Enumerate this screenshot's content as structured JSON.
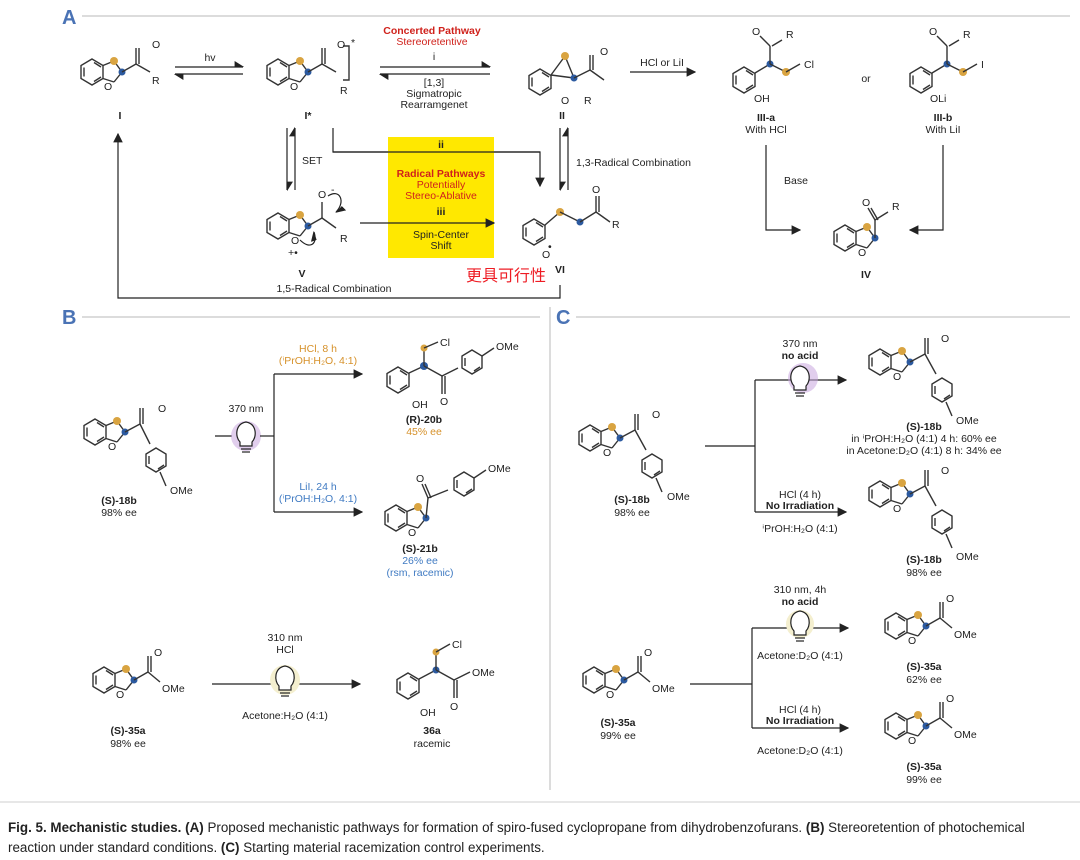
{
  "panels": {
    "a": "A",
    "b": "B",
    "c": "C"
  },
  "panel_a": {
    "hv": "hv",
    "concerted_title": "Concerted Pathway",
    "concerted_sub": "Stereoretentive",
    "step_i": "i",
    "sigmatropic_1": "[1,3]",
    "sigmatropic_2": "Sigmatropic",
    "sigmatropic_3": "Rearramgenet",
    "hcl_or_lil": "HCl or LiI",
    "or": "or",
    "set": "SET",
    "step_ii": "ii",
    "radical_title": "Radical Pathways",
    "radical_sub1": "Potentially",
    "radical_sub2": "Stereo-Ablative",
    "step_iii": "iii",
    "spin1": "Spin-Center",
    "spin2": "Shift",
    "radical13": "1,3-Radical Combination",
    "radical15": "1,5-Radical Combination",
    "base": "Base",
    "label_I": "I",
    "label_Istar": "I*",
    "label_II": "II",
    "label_IIIa": "III-a",
    "with_hcl": "With HCl",
    "label_IIIb": "III-b",
    "with_lil": "With LiI",
    "label_IV": "IV",
    "label_V": "V",
    "label_VI": "VI",
    "annotation": "更具可行性",
    "atoms": {
      "O": "O",
      "R": "R",
      "Cl": "Cl",
      "I": "I",
      "OH": "OH",
      "OLi": "OLi",
      "plus": "+•",
      "minus": "-"
    }
  },
  "panel_b": {
    "wavelength1": "370 nm",
    "cond_hcl_1": "HCl, 8 h",
    "cond_hcl_2": "(ⁱPrOH:H₂O, 4:1)",
    "cond_lil_1": "LiI, 24 h",
    "cond_lil_2": "(ⁱPrOH:H₂O, 4:1)",
    "sm_label": "(S)-18b",
    "sm_ee": "98% ee",
    "p20_label": "(R)-20b",
    "p20_ee": "45% ee",
    "p21_label": "(S)-21b",
    "p21_ee": "26% ee",
    "p21_note": "(rsm, racemic)",
    "wavelength2": "310 nm",
    "cond2_acid": "HCl",
    "cond2_solvent": "Acetone:H₂O (4:1)",
    "sm2_label": "(S)-35a",
    "sm2_ee": "98% ee",
    "p36_label": "36a",
    "p36_ee": "racemic",
    "ome": "OMe",
    "oh": "OH",
    "cl": "Cl",
    "o": "O"
  },
  "panel_c": {
    "wavelength1": "370 nm",
    "no_acid": "no acid",
    "top_label": "(S)-18b",
    "top_ee_1": "in ⁱPrOH:H₂O (4:1) 4 h: 60% ee",
    "top_ee_2": "in Acetone:D₂O (4:1) 8 h: 34% ee",
    "hcl_4h": "HCl (4 h)",
    "no_irradiation": "No Irradiation",
    "solvent_ipr": "ⁱPrOH:H₂O (4:1)",
    "sm_label": "(S)-18b",
    "sm_ee": "98% ee",
    "mid_label": "(S)-18b",
    "mid_ee": "98% ee",
    "wavelength2": "310 nm, 4h",
    "no_acid2": "no acid",
    "solvent_acetone": "Acetone:D₂O (4:1)",
    "sm2_label": "(S)-35a",
    "sm2_ee": "99% ee",
    "p_top_label": "(S)-35a",
    "p_top_ee": "62% ee",
    "hcl_4h_2": "HCl (4 h)",
    "no_irradiation2": "No Irradiation",
    "solvent_acetone2": "Acetone:D₂O (4:1)",
    "p_bot_label": "(S)-35a",
    "p_bot_ee": "99% ee",
    "ome": "OMe",
    "o": "O"
  },
  "caption": {
    "fig_label": "Fig. 5. Mechanistic studies.",
    "a_label": "(A)",
    "a_text": " Proposed mechanistic pathways for formation of spiro-fused cyclopropane from dihydrobenzofurans. ",
    "b_label": "(B)",
    "b_text": " Stereoretention of photochemical reaction under standard conditions. ",
    "c_label": "(C)",
    "c_text": " Starting material racemization control experiments."
  },
  "colors": {
    "panel_label": "#4a73b5",
    "red": "#d0221c",
    "orange": "#d6912a",
    "blue": "#3f7ac2",
    "highlight": "#ffe800",
    "dot_orange": "#d9a441",
    "dot_blue": "#2c5aa0",
    "bulb_purple": "#c9a6df",
    "bulb_yellow": "#f4efcf"
  }
}
